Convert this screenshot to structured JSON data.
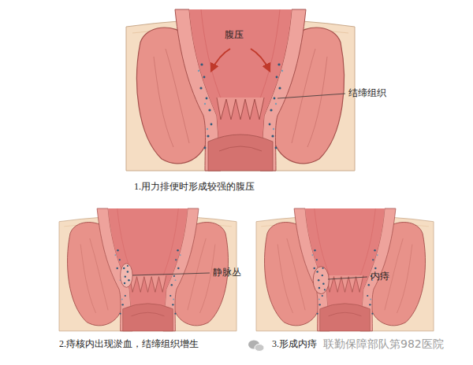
{
  "diagram": {
    "labels": [
      "腹压",
      "结缔组织",
      "1.用力排便时形成较强的腹压",
      "静脉丛",
      "2.痔核内出现淤血，结缔组织增生",
      "内痔",
      "3.形成内痔",
      "联勤保障部队第982医院"
    ]
  }
}
